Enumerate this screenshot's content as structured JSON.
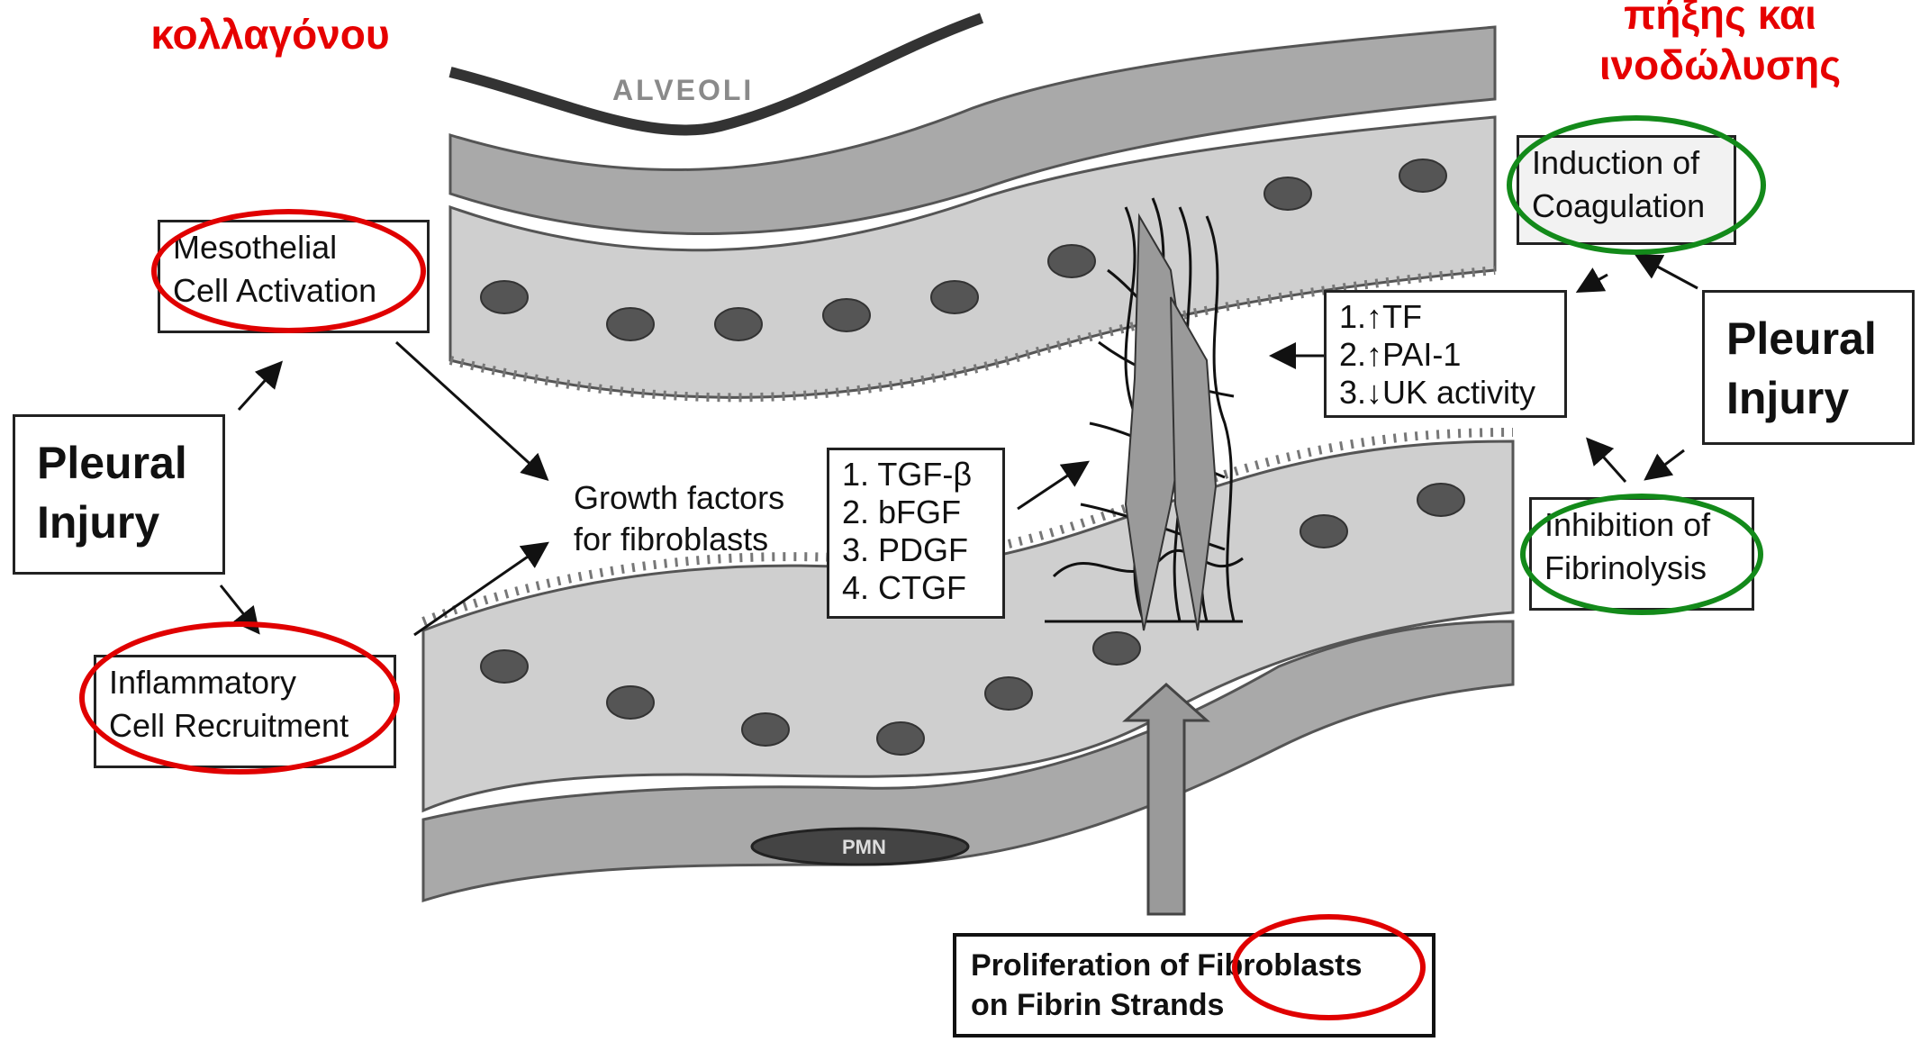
{
  "greek_labels": {
    "top_left": "κολλαγόνου",
    "top_right_line1": "πήξης και",
    "top_right_line2": "ινοδώλυσης"
  },
  "illustration": {
    "alveoli_label": "ALVEOLI",
    "pmn_label": "PMN"
  },
  "left_column": {
    "pleural_injury": {
      "line1": "Pleural",
      "line2": "Injury"
    },
    "mesothelial": {
      "line1": "Mesothelial",
      "line2": "Cell Activation"
    },
    "inflammatory": {
      "line1": "Inflammatory",
      "line2": "Cell Recruitment"
    }
  },
  "growth_factors": {
    "line1": "Growth factors",
    "line2": "for fibroblasts"
  },
  "factor_list": [
    "1. TGF-β",
    "2. bFGF",
    "3. PDGF",
    "4. CTGF"
  ],
  "coag_list": [
    "1.↑TF",
    "2.↑PAI-1",
    "3.↓UK activity"
  ],
  "right_column": {
    "induction": {
      "line1": "Induction of",
      "line2": "Coagulation"
    },
    "pleural_injury": {
      "line1": "Pleural",
      "line2": "Injury"
    },
    "inhibition": {
      "line1": "Inhibition of",
      "line2": "Fibrinolysis"
    }
  },
  "bottom_box": {
    "line1": "Proliferation of Fibroblasts",
    "line2": "on Fibrin Strands"
  },
  "highlight_colors": {
    "red": "#e00000",
    "green": "#138a1a"
  }
}
